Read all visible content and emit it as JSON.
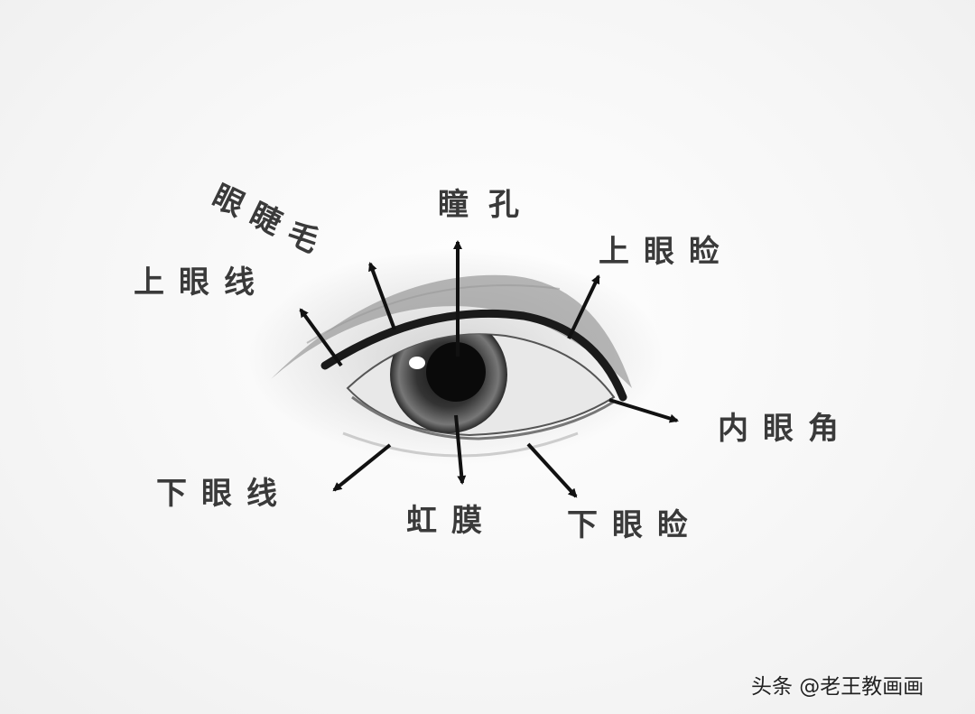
{
  "labels": {
    "eyelashes": "眼睫毛",
    "pupil": "瞳孔",
    "upper_eyelid": "上眼睑",
    "upper_lash_line": "上眼线",
    "inner_corner": "内眼角",
    "lower_lash_line": "下眼线",
    "iris": "虹膜",
    "lower_eyelid": "下眼睑"
  },
  "watermark": "头条 @老王教画画",
  "colors": {
    "label": "#3a3a3a",
    "arrow": "#111111"
  }
}
